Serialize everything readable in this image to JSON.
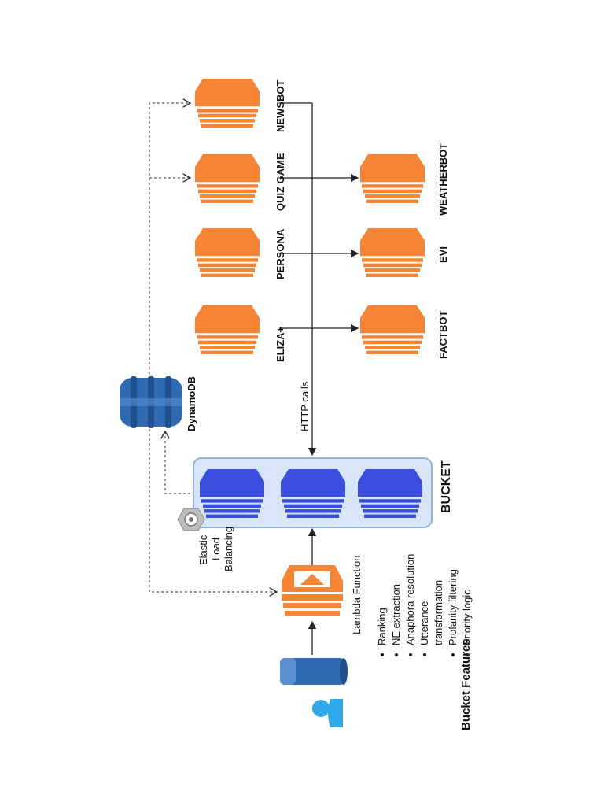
{
  "labels": {
    "lambda_function": "Lambda Function",
    "elb_line1": "Elastic",
    "elb_line2": "Load",
    "elb_line3": "Balancing",
    "bucket": "BUCKET",
    "dynamodb": "DynamoDB",
    "http_calls": "HTTP calls"
  },
  "bots_upper": [
    "ELIZA+",
    "PERSONA",
    "QUIZ GAME",
    "NEWSBOT"
  ],
  "bots_lower": [
    "FACTBOT",
    "EVI",
    "WEATHERBOT"
  ],
  "bucket_features": {
    "title": "Bucket Features",
    "items": [
      "Ranking",
      "NE extraction",
      "Anaphora resolution",
      "Utterance",
      "transformation",
      "Profanity filtering",
      "Priority logic"
    ]
  },
  "colors": {
    "orange": "#F58534",
    "orange_dark": "#D9661C",
    "blue_block": "#3A4FE0",
    "blue_block_dark": "#2434B8",
    "bucket_bg": "#D8E6F8",
    "bucket_border": "#8FB3E0",
    "dynamo": "#2F6AB3",
    "user": "#2FA9E8"
  }
}
